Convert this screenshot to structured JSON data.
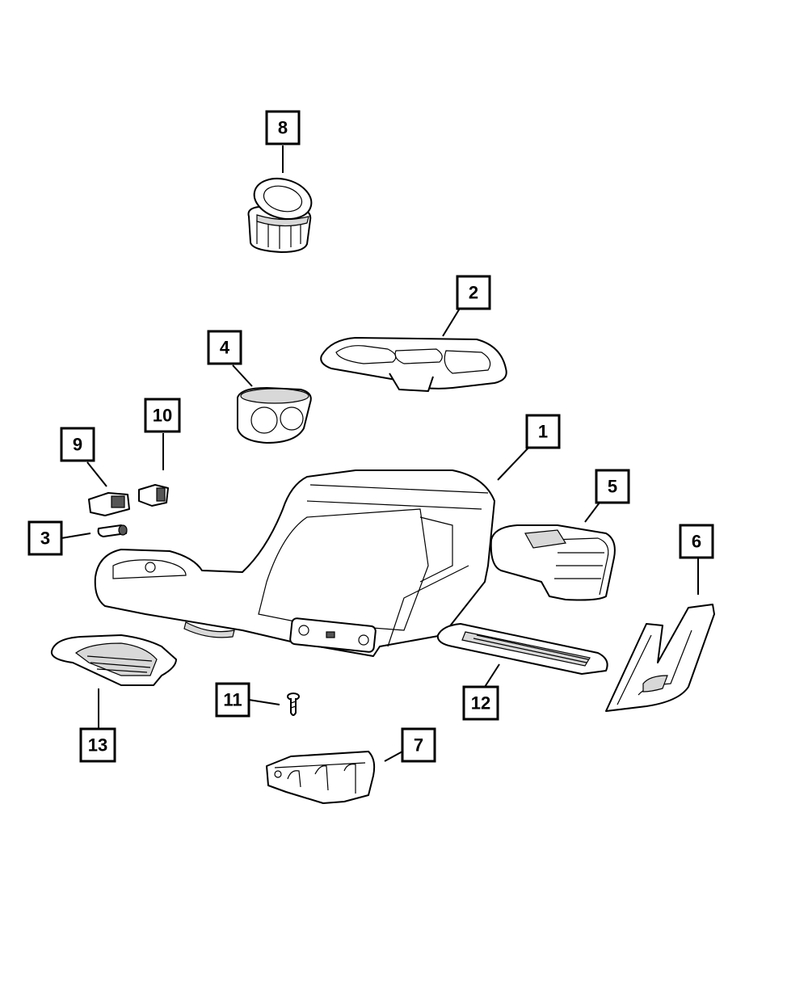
{
  "callouts": {
    "c1": "1",
    "c2": "2",
    "c3": "3",
    "c4": "4",
    "c5": "5",
    "c6": "6",
    "c7": "7",
    "c8": "8",
    "c9": "9",
    "c10": "10",
    "c11": "11",
    "c12": "12",
    "c13": "13"
  },
  "colors": {
    "line": "#000000",
    "fill": "#ffffff",
    "shade": "#d8d8d8"
  }
}
